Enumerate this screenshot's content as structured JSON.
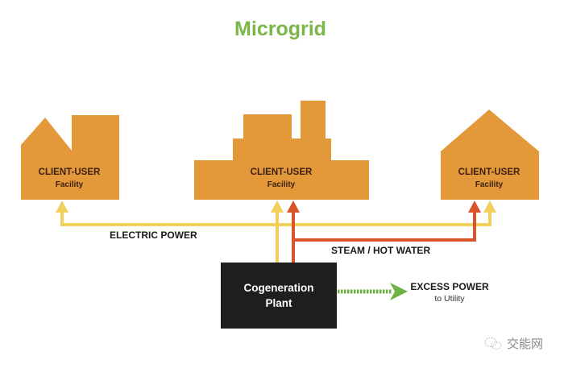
{
  "title": "Microgrid",
  "colors": {
    "facility": "#e3983a",
    "electric": "#f2cf5a",
    "steam": "#d9532b",
    "plant": "#1f1d1d",
    "excess": "#6cb444",
    "title": "#7ab648"
  },
  "facilities": [
    {
      "label": "CLIENT-USER",
      "sublabel": "Facility",
      "shape": "factory-sawtooth"
    },
    {
      "label": "CLIENT-USER",
      "sublabel": "Facility",
      "shape": "stepped-building"
    },
    {
      "label": "CLIENT-USER",
      "sublabel": "Facility",
      "shape": "house"
    }
  ],
  "flows": {
    "electric": {
      "label": "ELECTRIC POWER",
      "targets": [
        "left facility",
        "center facility",
        "right facility"
      ]
    },
    "steam": {
      "label": "STEAM / HOT WATER",
      "targets": [
        "center facility",
        "right facility"
      ]
    },
    "excess": {
      "label": "EXCESS POWER",
      "sublabel": "to Utility"
    }
  },
  "plant": {
    "line1": "Cogeneration",
    "line2": "Plant"
  },
  "watermark": {
    "icon": "wechat-cloud-icon",
    "text": "交能网"
  }
}
